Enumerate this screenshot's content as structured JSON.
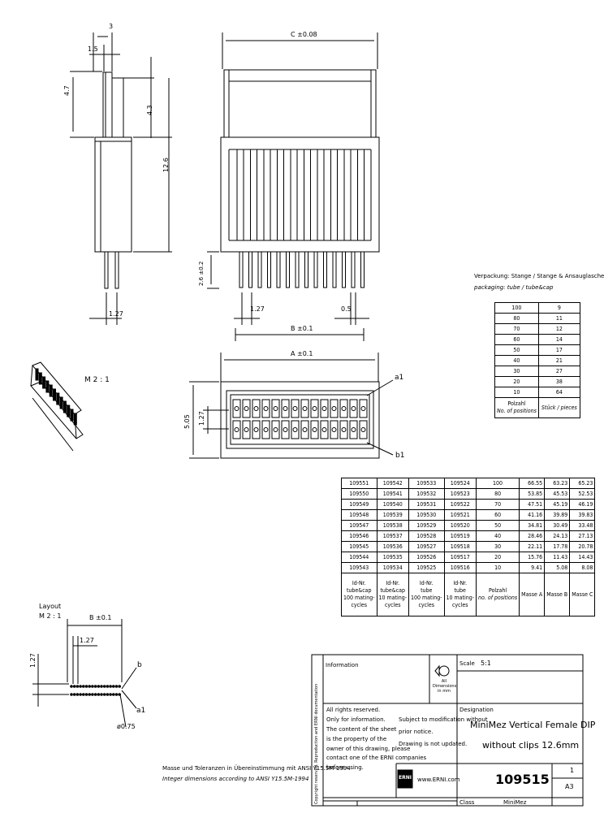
{
  "drawing": {
    "dim_3": "3",
    "dim_1_5": "1.5",
    "dim_4_7": "4.7",
    "dim_4_3": "4.3",
    "dim_12_6": "12.6",
    "dim_2_6": "2.6 ±0.2",
    "dim_1_27_side": "1.27",
    "dim_c": "C ±0.08",
    "dim_b": "B ±0.1",
    "dim_a": "A ±0.1",
    "dim_1_27_front": "1.27",
    "dim_0_5": "0.5",
    "dim_5_05": "5.05",
    "dim_1_27_top": "1.27",
    "label_a1": "a1",
    "label_b1": "b1",
    "scale_iso": "M 2 : 1",
    "layout_title": "Layout",
    "layout_scale": "M 2 : 1",
    "layout_b": "B ±0.1",
    "layout_1_27_h": "1.27",
    "layout_1_27_v": "1.27",
    "layout_b_marker": "b",
    "layout_a1": "a1",
    "layout_dia": "ø0.75"
  },
  "packaging": {
    "title_de": "Verpackung: Stange / Stange & Ansauglasche",
    "title_en": "packaging: tube / tube&cap",
    "rows": [
      [
        "100",
        "9"
      ],
      [
        "80",
        "11"
      ],
      [
        "70",
        "12"
      ],
      [
        "60",
        "14"
      ],
      [
        "50",
        "17"
      ],
      [
        "40",
        "21"
      ],
      [
        "30",
        "27"
      ],
      [
        "20",
        "38"
      ],
      [
        "10",
        "64"
      ]
    ],
    "header_left_de": "Polzahl",
    "header_left_en": "No. of positions",
    "header_right": "Stück / pieces"
  },
  "variants": {
    "rows": [
      [
        "109551",
        "109542",
        "109533",
        "109524",
        "100",
        "66.55",
        "63.23",
        "65.23"
      ],
      [
        "109550",
        "109541",
        "109532",
        "109523",
        "80",
        "53.85",
        "45.53",
        "52.53"
      ],
      [
        "109549",
        "109540",
        "109531",
        "109522",
        "70",
        "47.51",
        "45.19",
        "46.19"
      ],
      [
        "109548",
        "109539",
        "109530",
        "109521",
        "60",
        "41.16",
        "39.89",
        "39.83"
      ],
      [
        "109547",
        "109538",
        "109529",
        "109520",
        "50",
        "34.81",
        "30.49",
        "33.48"
      ],
      [
        "109546",
        "109537",
        "109528",
        "109519",
        "40",
        "28.46",
        "24.13",
        "27.13"
      ],
      [
        "109545",
        "109536",
        "109527",
        "109518",
        "30",
        "22.11",
        "17.78",
        "20.78"
      ],
      [
        "109544",
        "109535",
        "109526",
        "109517",
        "20",
        "15.76",
        "11.43",
        "14.43"
      ],
      [
        "109543",
        "109534",
        "109525",
        "109516",
        "10",
        "9.41",
        "5.08",
        "8.08"
      ]
    ],
    "headers": [
      [
        "Id-Nr.",
        "tube&cap",
        "100 mating-",
        "cycles"
      ],
      [
        "Id-Nr.",
        "tube&cap",
        "10 mating-",
        "cycles"
      ],
      [
        "Id-Nr.",
        "tube",
        "100 mating-",
        "cycles"
      ],
      [
        "Id-Nr.",
        "tube",
        "10 mating-",
        "cycles"
      ],
      [
        "Polzahl",
        "no. of positions"
      ],
      [
        "Masse A"
      ],
      [
        "Masse B"
      ],
      [
        "Masse C"
      ]
    ]
  },
  "notes": {
    "tolerance_de": "Masse und Toleranzen in Übereinstimmung mit ANSI Y15.5M-1994",
    "tolerance_en": "Integer dimensions according to ANSI Y15.5M-1994"
  },
  "titleblock": {
    "information": "Information",
    "dimensions": "All Dimensions in mm",
    "scale_label": "Scale",
    "scale_value": "5:1",
    "designation_label": "Designation",
    "title_line1": "MiniMez Vertical Female DIP",
    "title_line2": "without clips 12.6mm",
    "rights_1": "All rights reserved.",
    "rights_2": "Only for information.",
    "rights_3": "The content of the sheet",
    "rights_4": "is the property of the",
    "rights_5": "owner of this drawing, please",
    "rights_6": "contact one of the ERNI companies",
    "rights_7": "before using.",
    "subject_1": "Subject to modification without",
    "subject_2": "prior notice.",
    "subject_3": "Drawing is not updated.",
    "brand": "ERNI",
    "url": "www.ERNI.com",
    "part_number": "109515",
    "sheet": "1",
    "size": "A3",
    "class_label": "Class",
    "class_value": "MiniMez",
    "side_text": "Copyright reserved. Reproduction and ERNI documentation"
  }
}
